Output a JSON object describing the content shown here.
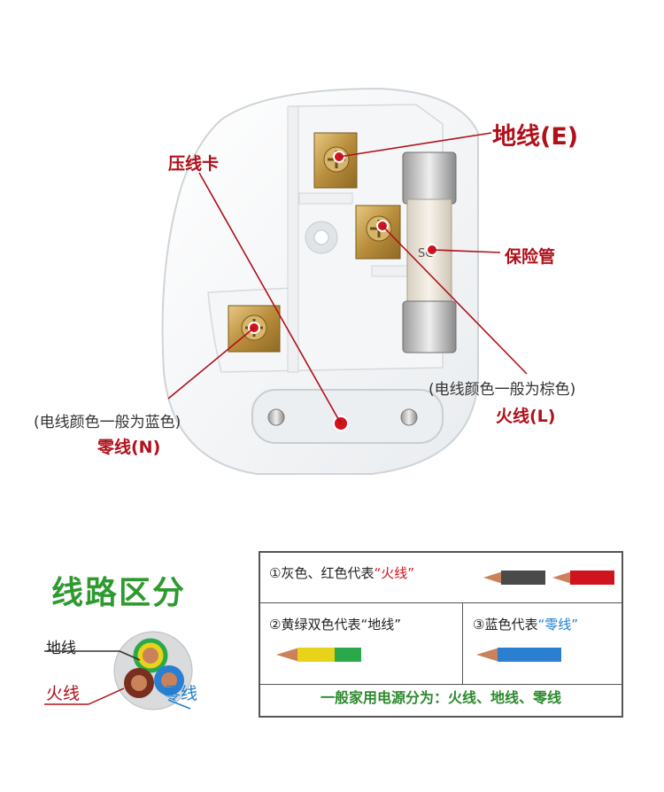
{
  "callouts": {
    "earth": "地线(E)",
    "clamp": "压线卡",
    "fuse": "保险管",
    "neutral_note": "(电线颜色一般为蓝色)",
    "neutral": "零线(N)",
    "live_note": "(电线颜色一般为棕色)",
    "live": "火线(L)"
  },
  "section_title": "线路区分",
  "cable_labels": {
    "earth": "地线",
    "live": "火线",
    "neutral": "零线"
  },
  "legend": {
    "row1_prefix": "①灰色、红色代表",
    "row1_quote": "“火线”",
    "row2_prefix": "②黄绿双色代表",
    "row2_quote": "“地线”",
    "row3_prefix": "③蓝色代表",
    "row3_quote": "“零线”",
    "footer": "一般家用电源分为：火线、地线、零线"
  },
  "colors": {
    "callout_red": "#b0101a",
    "title_green": "#2f9a2f",
    "wire_grey": "#4a4a4a",
    "wire_red": "#d0141e",
    "wire_yellow": "#e8d21a",
    "wire_green": "#2aa84a",
    "wire_blue": "#2a7fd0",
    "copper": "#c9825a"
  }
}
